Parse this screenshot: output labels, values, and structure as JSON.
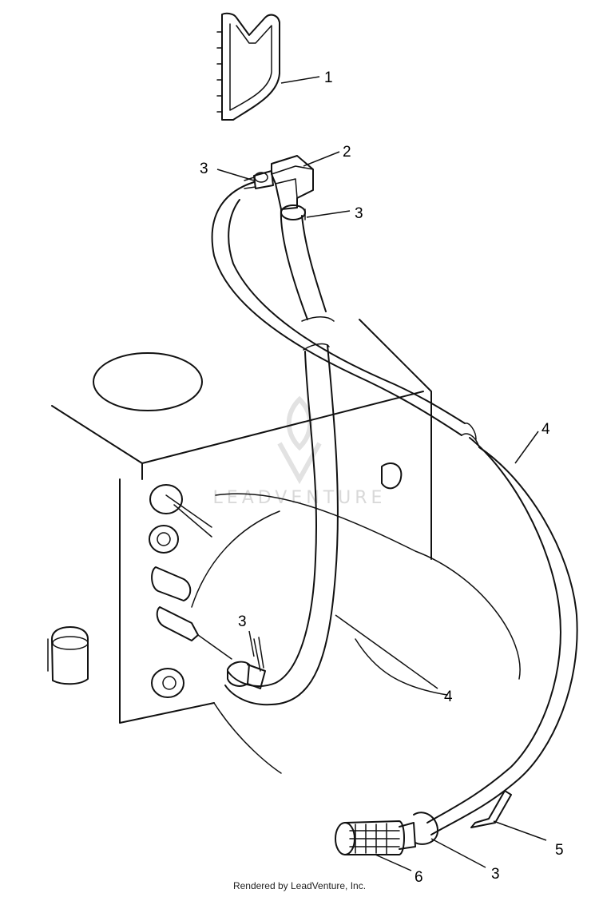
{
  "watermark": {
    "text": "LEADVENTURE"
  },
  "callouts": [
    {
      "id": "c1",
      "label": "1"
    },
    {
      "id": "c2",
      "label": "2"
    },
    {
      "id": "c3a",
      "label": "3"
    },
    {
      "id": "c3b",
      "label": "3"
    },
    {
      "id": "c4a",
      "label": "4"
    },
    {
      "id": "c3c",
      "label": "3"
    },
    {
      "id": "c4b",
      "label": "4"
    },
    {
      "id": "c5",
      "label": "5"
    },
    {
      "id": "c3d",
      "label": "3"
    },
    {
      "id": "c6",
      "label": "6"
    }
  ],
  "footer": {
    "text": "Rendered by LeadVenture, Inc."
  }
}
